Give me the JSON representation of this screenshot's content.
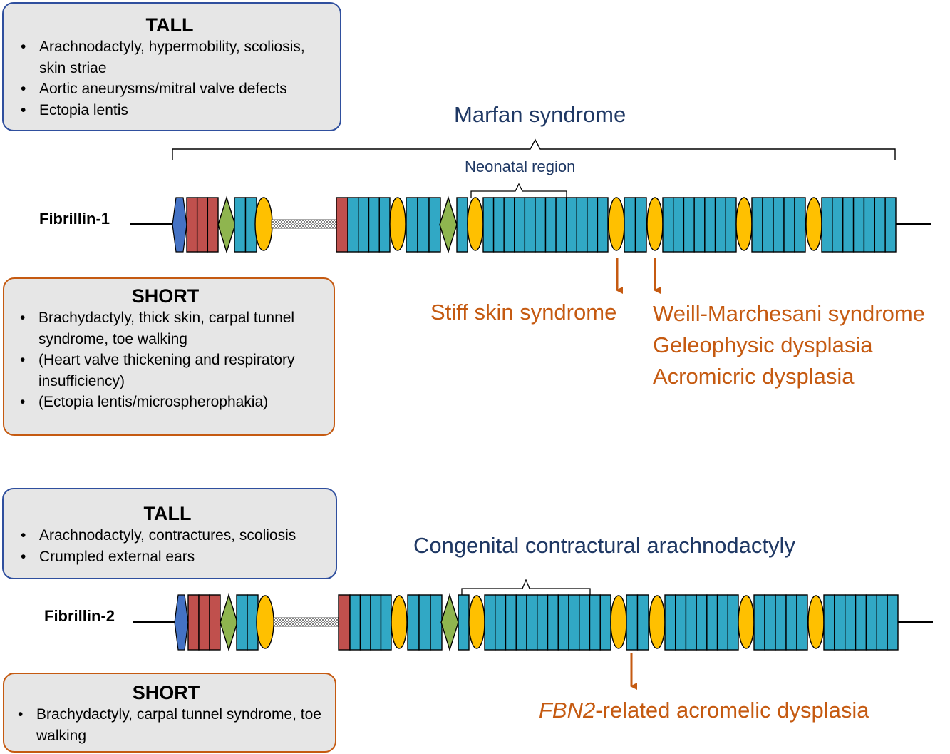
{
  "fbn1": {
    "tall": {
      "heading": "TALL",
      "items": [
        "Arachnodactyly, hypermobility, scoliosis, skin striae",
        "Aortic aneurysms/mitral valve defects",
        "Ectopia lentis"
      ]
    },
    "syndrome": "Marfan syndrome",
    "neonatal": "Neonatal region",
    "protein_label": "Fibrillin-1",
    "short": {
      "heading": "SHORT",
      "items": [
        "Brachydactyly, thick skin, carpal tunnel syndrome, toe walking",
        "(Heart valve thickening and respiratory insufficiency)",
        "(Ectopia lentis/microspherophakia)"
      ]
    },
    "stiff_skin": "Stiff skin syndrome",
    "acromelic": [
      "Weill-Marchesani syndrome",
      "Geleophysic dysplasia",
      "Acromicric dysplasia"
    ]
  },
  "fbn2": {
    "tall": {
      "heading": "TALL",
      "items": [
        "Arachnodactyly, contractures, scoliosis",
        "Crumpled external ears"
      ]
    },
    "syndrome": "Congenital contractural arachnodactyly",
    "protein_label": "Fibrillin-2",
    "short": {
      "heading": "SHORT",
      "items": [
        "Brachydactyly, carpal tunnel syndrome, toe walking"
      ]
    },
    "disease_gene": "FBN2",
    "disease_rest": "-related acromelic dysplasia"
  },
  "colors": {
    "tall_border": "#2f4f9e",
    "short_border": "#c55a11",
    "box_fill": "#e6e6e6",
    "egf_domain": "#31a8c5",
    "tb_domain": "#ffc000",
    "proline_rich": "#c0504d",
    "hybrid_domain": "#8fb54f",
    "n_terminal": "#4472c4",
    "syndrome_text": "#1f3864",
    "disease_text": "#c55a11"
  }
}
